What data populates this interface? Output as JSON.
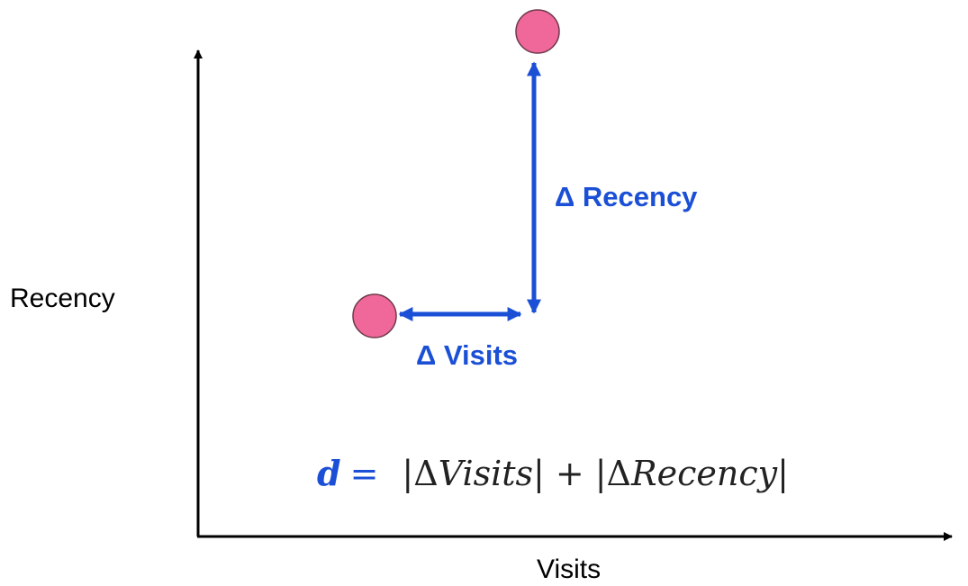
{
  "axes": {
    "x_label": "Visits",
    "y_label": "Recency"
  },
  "labels": {
    "delta_recency": "Δ Recency",
    "delta_visits": "Δ Visits"
  },
  "formula": {
    "lhs": "d",
    "equals": "=",
    "bar": "|",
    "delta": "Δ",
    "term1": "Visits",
    "plus": "+",
    "term2": "Recency"
  },
  "colors": {
    "point_fill": "#f0679a",
    "point_stroke": "#6b3a4a",
    "arrow": "#1a4fd6",
    "axis": "#000000",
    "text_blue": "#1a4fd6",
    "text_dark": "#222222"
  }
}
